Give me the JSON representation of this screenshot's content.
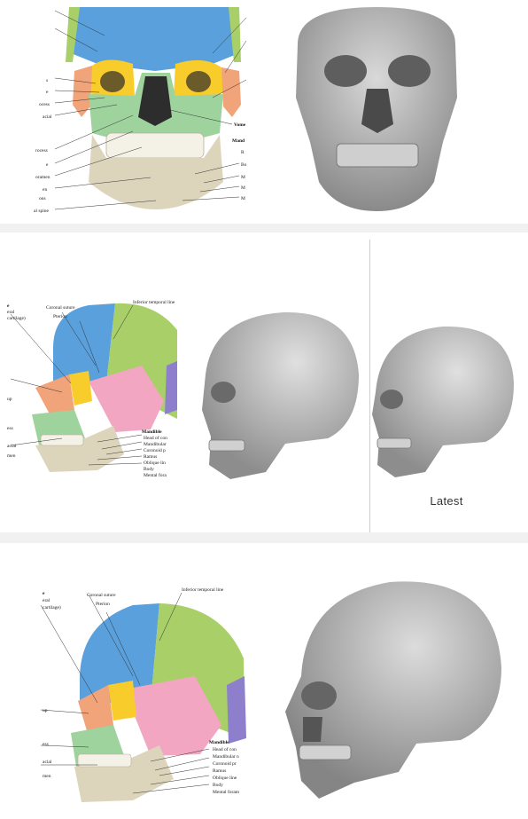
{
  "colors": {
    "frontal": "#5aa0dc",
    "parietal": "#a9cf68",
    "temporal": "#f2a6c2",
    "sphenoid": "#f8cc2a",
    "zygomatic": "#f1a37a",
    "maxilla": "#9fd39e",
    "mandible": "#ddd4bc",
    "occipital": "#8e7fcc",
    "render_gray": "#bcbcbc"
  },
  "panel1": {
    "labels_right": [
      "Vome",
      "Mand",
      "R",
      "Bo",
      "M",
      "M",
      "M"
    ],
    "labels_left": [
      "s",
      "e",
      "ocess",
      "acial",
      "rocess",
      "e",
      "oramen",
      "en",
      "ons",
      "al spine"
    ]
  },
  "panel2": {
    "diagram": {
      "top_labels": [
        "Coronal suture",
        "Pterion",
        "Inferior temporal line"
      ],
      "left_labels": [
        "e",
        "eral",
        "cartilage)",
        "up",
        "ess",
        "acial",
        "men"
      ],
      "right_labels": [
        "Mandible",
        "Head of con",
        "Mandibular",
        "Coronoid p",
        "Ramus",
        "Oblique lin",
        "Body",
        "Mental fora"
      ]
    },
    "caption": "Latest"
  },
  "panel3": {
    "diagram": {
      "top_labels": [
        "Coronal suture",
        "Pterion",
        "Inferior temporal line"
      ],
      "left_labels": [
        "e",
        "eral",
        "cartilage)",
        "up",
        "ess",
        "acial",
        "men"
      ],
      "right_labels": [
        "Mandible",
        "Head of con",
        "Mandibular n",
        "Coronoid pr",
        "Ramus",
        "Oblique line",
        "Body",
        "Mental foram"
      ]
    }
  }
}
